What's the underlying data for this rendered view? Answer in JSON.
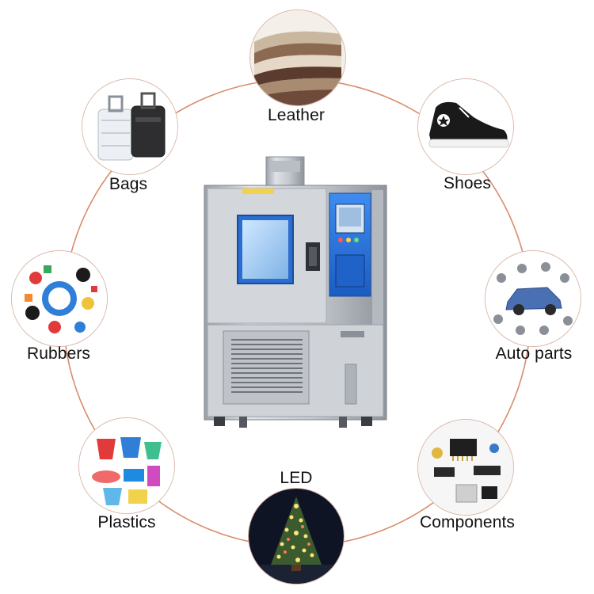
{
  "labels": {
    "leather": "Leather",
    "shoes": "Shoes",
    "bags": "Bags",
    "auto_parts": "Auto parts",
    "rubbers": "Rubbers",
    "plastics": "Plastics",
    "components": "Components",
    "led": "LED"
  },
  "icons": {
    "leather": "leather-swatches-icon",
    "shoes": "sneaker-icon",
    "bags": "suitcase-icon",
    "auto_parts": "car-parts-icon",
    "rubbers": "rubber-parts-icon",
    "plastics": "plastic-buckets-icon",
    "components": "electronic-components-icon",
    "led": "led-tree-icon",
    "chamber": "test-chamber-icon"
  },
  "colors": {
    "ring": "#d98c6c",
    "chamber_steel": "#c9ccd2",
    "panel_blue": "#2a6fd6"
  }
}
